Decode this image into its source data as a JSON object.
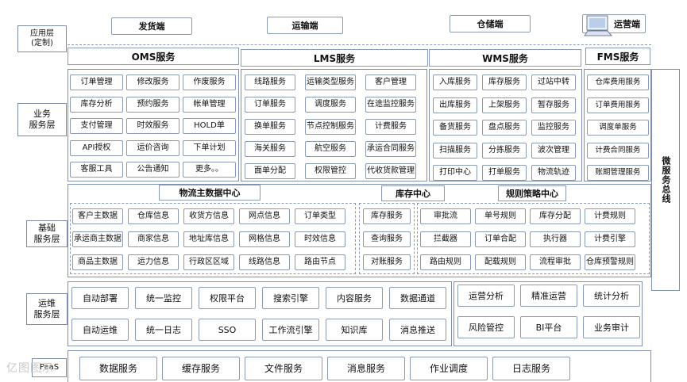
{
  "layers": {
    "app": "应用层\n(定制)",
    "business": "业务\n服务层",
    "base": "基础\n服务层",
    "ops": "运维\n服务层",
    "paas": "PaaS"
  },
  "apps": [
    "发货端",
    "运输端",
    "仓储端",
    "运营端"
  ],
  "oms": {
    "title": "OMS服务",
    "items": [
      "订单管理",
      "修改服务",
      "作废服务",
      "库存分析",
      "预约服务",
      "帐单管理",
      "支付管理",
      "时效服务",
      "HOLD单",
      "API授权",
      "运价咨询",
      "下单计划",
      "客服工具",
      "公告通知",
      "更多。。"
    ]
  },
  "lms": {
    "title": "LMS服务",
    "items": [
      "线路服务",
      "运输类型服务",
      "客户管理",
      "订单服务",
      "调度服务",
      "在途监控服务",
      "换单服务",
      "节点控制服务",
      "计费服务",
      "海关服务",
      "航空服务",
      "承运合同服务",
      "面单分配",
      "权限管控",
      "代收货款管理"
    ]
  },
  "wms": {
    "title": "WMS服务",
    "items": [
      "入库服务",
      "库存服务",
      "过站中转",
      "出库服务",
      "上架服务",
      "暂存服务",
      "备货服务",
      "盘点服务",
      "监控服务",
      "扫描服务",
      "分拣服务",
      "波次管理",
      "打印中心",
      "打单服务",
      "物流轨迹"
    ]
  },
  "fms": {
    "title": "FMS服务",
    "items": [
      "仓库费用服务",
      "订单费用服务",
      "调度单服务",
      "计费合同服务",
      "账期管理服务"
    ]
  },
  "bus": "微服务总线",
  "master": {
    "title": "物流主数据中心",
    "items": [
      "客户主数据",
      "仓库信息",
      "收货方信息",
      "网点信息",
      "订单类型",
      "承运商主数据",
      "商家信息",
      "地址库信息",
      "网格信息",
      "时效信息",
      "商品主数据",
      "运力信息",
      "行政区区域",
      "线路信息",
      "路由节点"
    ]
  },
  "inventory": {
    "title": "库存中心",
    "items": [
      "库存服务",
      "查询服务",
      "对账服务"
    ]
  },
  "rules": {
    "title": "规则策略中心",
    "items": [
      "审批流",
      "单号规则",
      "库存分配",
      "计费规则",
      "拦截器",
      "订单合配",
      "执行器",
      "计费引擎",
      "路由规则",
      "配载规则",
      "流程审批",
      "仓库预警规则"
    ]
  },
  "ops_left": [
    "自动部署",
    "统一监控",
    "权限平台",
    "搜索引擎",
    "内容服务",
    "数据通道",
    "自动运维",
    "统一日志",
    "SSO",
    "工作流引擎",
    "知识库",
    "消息推送"
  ],
  "ops_right": [
    "运营分析",
    "精准运营",
    "统计分析",
    "风险管控",
    "BI平台",
    "业务审计"
  ],
  "paas": [
    "数据服务",
    "缓存服务",
    "文件服务",
    "消息服务",
    "作业调度",
    "日志服务"
  ],
  "watermark": "亿图图示"
}
